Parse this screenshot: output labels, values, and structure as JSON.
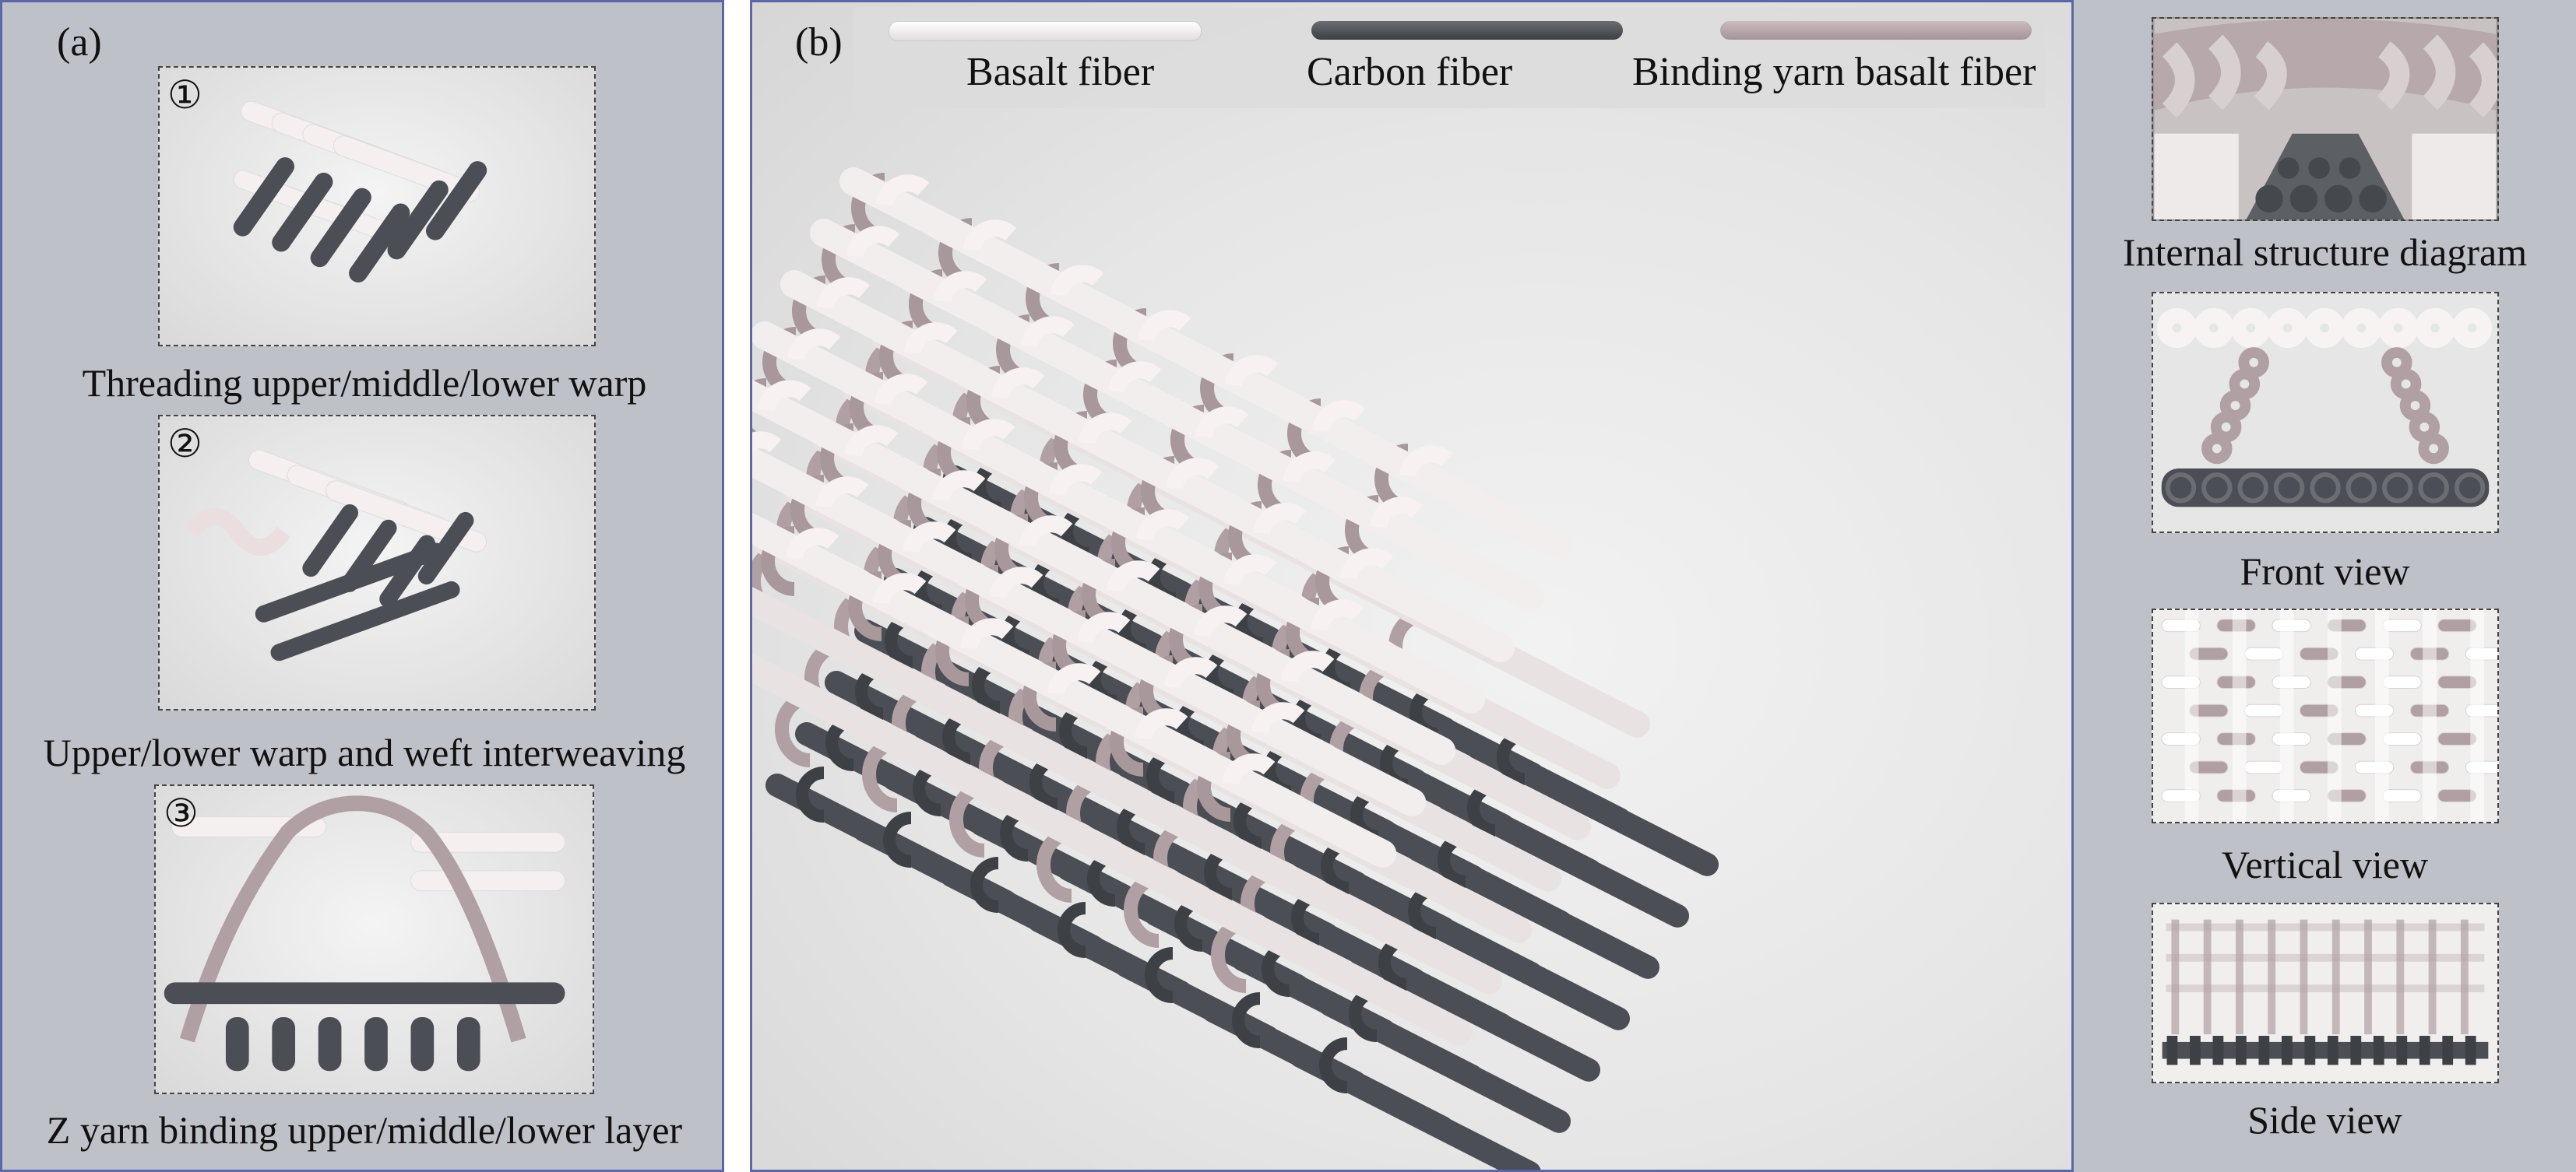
{
  "panel_a": {
    "label": "(a)",
    "steps": [
      {
        "number": "①",
        "caption": "Threading upper/middle/lower warp"
      },
      {
        "number": "②",
        "caption": "Upper/lower warp and weft interweaving"
      },
      {
        "number": "③",
        "caption": "Z yarn binding upper/middle/lower layer"
      }
    ]
  },
  "panel_b": {
    "label": "(b)",
    "legend": [
      {
        "name": "Basalt fiber",
        "color": "#f0ecec"
      },
      {
        "name": "Carbon fiber",
        "color": "#4a4d52"
      },
      {
        "name": "Binding yarn basalt fiber",
        "color": "#b3a3a5"
      }
    ]
  },
  "panel_c": {
    "views": [
      {
        "caption": "Internal structure diagram"
      },
      {
        "caption": "Front view"
      },
      {
        "caption": "Vertical view"
      },
      {
        "caption": "Side view"
      }
    ]
  },
  "colors": {
    "basalt": "#f3eeee",
    "carbon": "#4b4e54",
    "binding": "#b09fa3",
    "frame_border": "#5b67a8",
    "panel_bg": "#bfc1c8"
  }
}
